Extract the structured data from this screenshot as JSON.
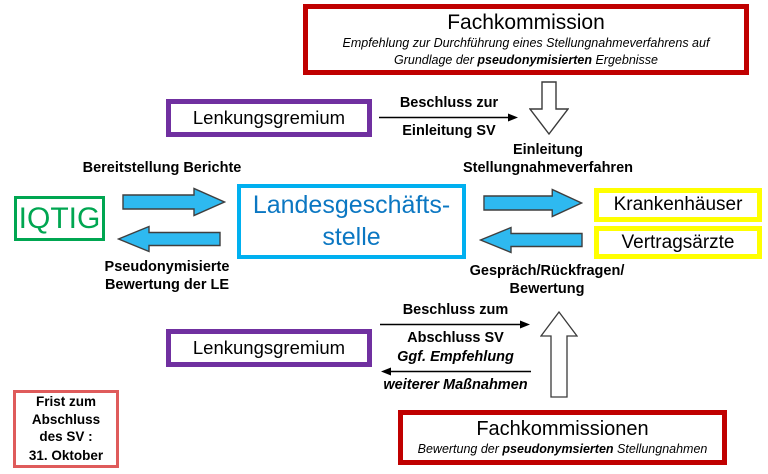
{
  "colors": {
    "red_dark": "#C00000",
    "red_light": "#DF5B5B",
    "purple": "#7030A0",
    "green": "#00A651",
    "blue_border": "#00B0F0",
    "blue_text": "#0B77C2",
    "blue_arrow": "#2EB9F0",
    "yellow": "#FFFF00"
  },
  "icons": {
    "flow_down": "hollow-down-arrow",
    "flow_up": "hollow-up-arrow",
    "transfer": "blue-block-arrow",
    "decision": "thin-line-arrow"
  },
  "boxes": {
    "fachkommission_top": {
      "title": "Fachkommission",
      "subtitle_part1": "Empfehlung zur Durchführung eines Stellungnahmeverfahrens auf Grundlage der ",
      "subtitle_bold": "pseudonymisierten",
      "subtitle_part2": " Ergebnisse"
    },
    "lenkungsgremium_top": {
      "label": "Lenkungsgremium"
    },
    "iqtig": {
      "label": "IQTIG"
    },
    "landesgeschaeftsstelle": {
      "line1": "Landesgeschäfts-",
      "line2": "stelle"
    },
    "krankenhaeuser": {
      "label": "Krankenhäuser"
    },
    "vertragsaerzte": {
      "label": "Vertragsärzte"
    },
    "lenkungsgremium_bottom": {
      "label": "Lenkungsgremium"
    },
    "frist": {
      "line1": "Frist zum",
      "line2": "Abschluss",
      "line3": "des SV :",
      "line4": "31. Oktober"
    },
    "fachkommissionen_bottom": {
      "title": "Fachkommissionen",
      "subtitle_part1": "Bewertung der ",
      "subtitle_bold": "pseudonymsierten",
      "subtitle_part2": " Stellungnahmen"
    }
  },
  "labels": {
    "beschluss_zur": {
      "line1": "Beschluss zur",
      "line2": "Einleitung SV"
    },
    "einleitung_sv": {
      "line1": "Einleitung",
      "line2": "Stellungnahmeverfahren"
    },
    "bereitstellung": "Bereitstellung Berichte",
    "pseudonymisierte": {
      "line1": "Pseudonymisierte",
      "line2": "Bewertung der LE"
    },
    "gespraech": {
      "line1": "Gespräch/Rückfragen/",
      "line2": "Bewertung"
    },
    "beschluss_zum": {
      "line1": "Beschluss zum",
      "line2": "Abschluss SV"
    },
    "ggf": {
      "line1": "Ggf. Empfehlung",
      "line2": "weiterer Maßnahmen"
    }
  }
}
